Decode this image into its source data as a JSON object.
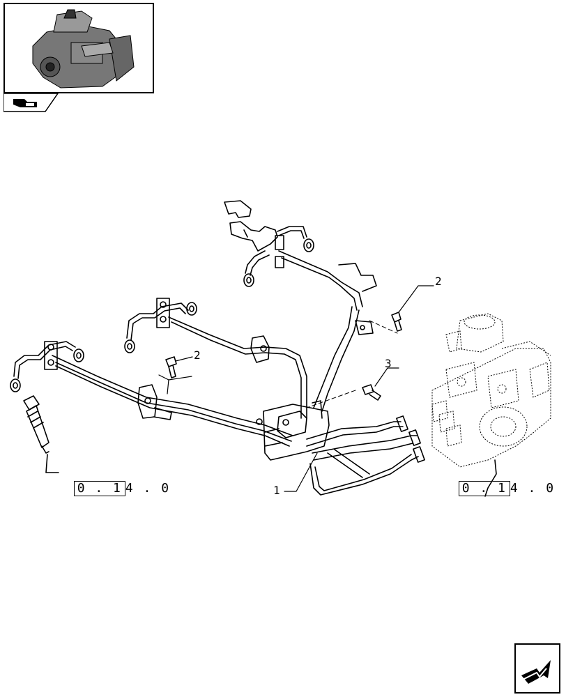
{
  "thumbnail": {
    "icon": "engine-thumbnail"
  },
  "tab_icon": "hand-arrow-icon",
  "callouts": [
    {
      "label": "1"
    },
    {
      "label": "2"
    },
    {
      "label": "2"
    },
    {
      "label": "3"
    }
  ],
  "refs": [
    {
      "boxed": "0 . 1",
      "rest": "4 . 0"
    },
    {
      "boxed": "0 . 1",
      "rest": "4 . 0"
    }
  ],
  "nav": {
    "icon": "next-page-arrow-icon"
  }
}
